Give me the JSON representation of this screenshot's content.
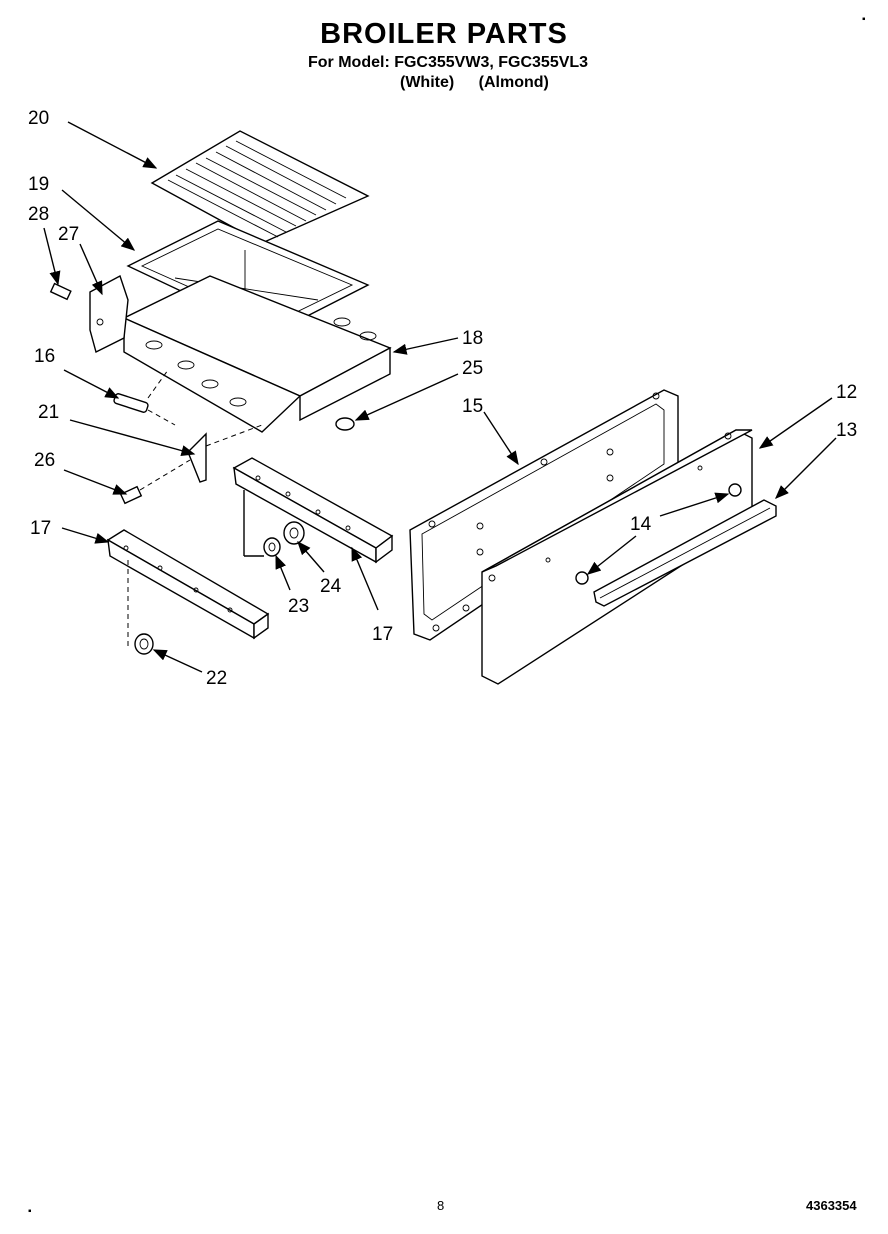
{
  "header": {
    "title": "BROILER PARTS",
    "model_line": "For Model: FGC355VW3, FGC355VL3",
    "color_white": "(White)",
    "color_almond": "(Almond)"
  },
  "callouts": {
    "c20": "20",
    "c19": "19",
    "c28": "28",
    "c27": "27",
    "c18": "18",
    "c16": "16",
    "c25": "25",
    "c21": "21",
    "c15": "15",
    "c12": "12",
    "c13": "13",
    "c26": "26",
    "c14a": "14",
    "c17a": "17",
    "c24": "24",
    "c23": "23",
    "c17b": "17",
    "c22": "22"
  },
  "footer": {
    "page_number": "8",
    "doc_number": "4363354"
  },
  "marks": {
    "top_right": "▪",
    "bottom_left": "▪"
  }
}
